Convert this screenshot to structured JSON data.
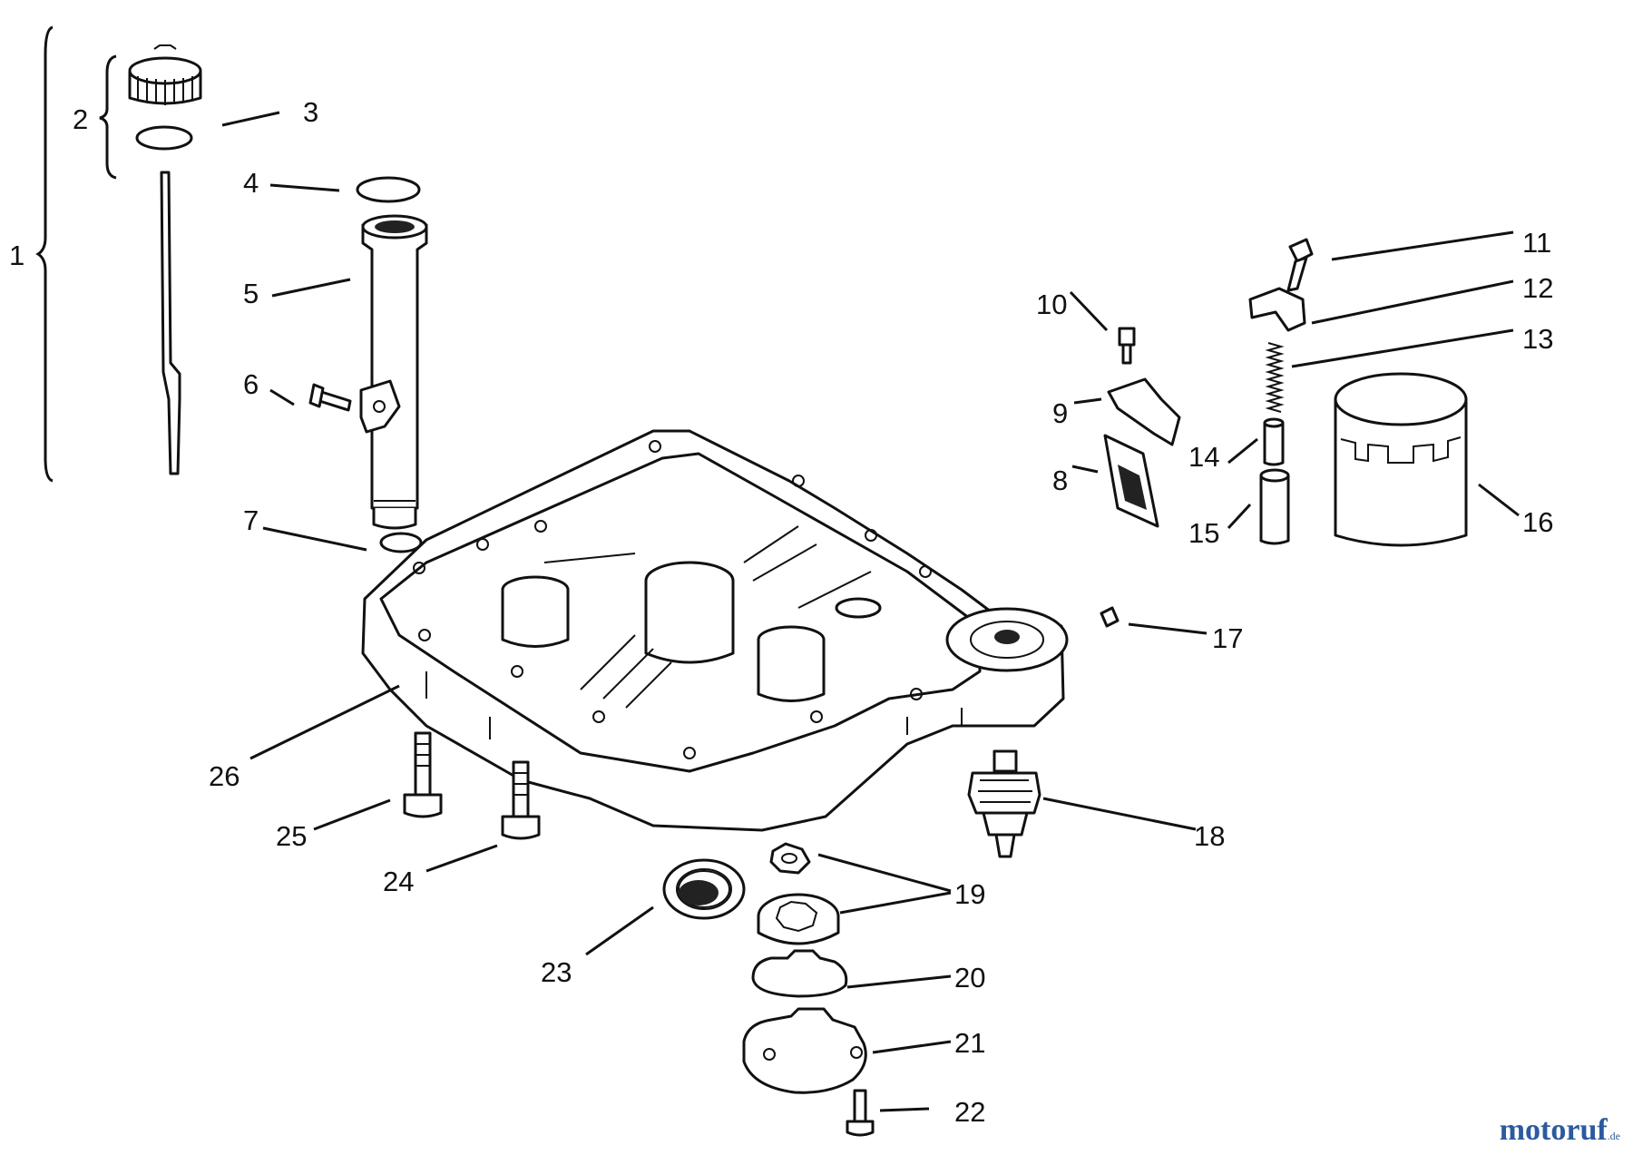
{
  "callouts": [
    "1",
    "2",
    "3",
    "4",
    "5",
    "6",
    "7",
    "8",
    "9",
    "10",
    "11",
    "12",
    "13",
    "14",
    "15",
    "16",
    "17",
    "18",
    "19",
    "20",
    "21",
    "22",
    "23",
    "24",
    "25",
    "26"
  ],
  "watermark": {
    "main": "motoruf",
    "tld": ".de"
  },
  "colors": {
    "ink": "#111111",
    "background": "#ffffff",
    "watermark": "#2c5aa0"
  }
}
